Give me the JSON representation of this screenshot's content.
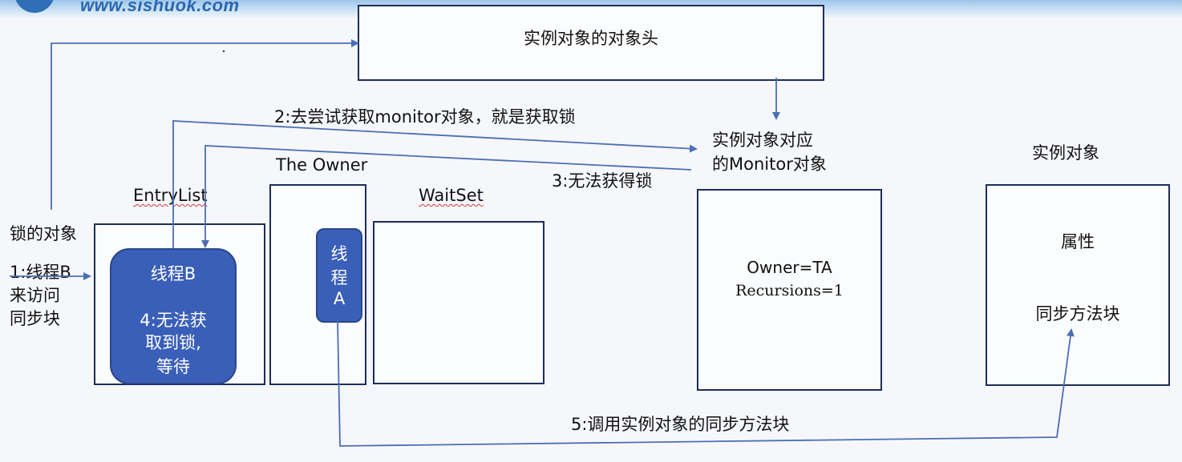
{
  "watermark": {
    "site": "www.sishuok.com"
  },
  "header_box": {
    "label": "实例对象的对象头"
  },
  "lock_object": {
    "label": "锁的对象",
    "step1": [
      "1:线程B",
      "来访问",
      "同步块"
    ]
  },
  "entry_list": {
    "title": "EntryList",
    "thread_b": {
      "name": "线程B",
      "status": [
        "4:无法获",
        "取到锁,",
        "等待"
      ]
    }
  },
  "owner": {
    "title": "The Owner",
    "thread_a": [
      "线",
      "程",
      "A"
    ]
  },
  "wait_set": {
    "title": "WaitSet"
  },
  "monitor": {
    "label": [
      "实例对象对应",
      "的Monitor对象"
    ],
    "owner_text": "Owner=TA",
    "recursions_text": "Recursions=1"
  },
  "instance": {
    "title": "实例对象",
    "attribute": "属性",
    "sync_method": "同步方法块"
  },
  "steps": {
    "step2": "2:去尝试获取monitor对象，就是获取锁",
    "step3": "3:无法获得锁",
    "step5": "5:调用实例对象的同步方法块"
  },
  "colors": {
    "box_border": "#1e2d5a",
    "thread_fill": "#3a5fb8",
    "arrow": "#4a6fb5"
  }
}
